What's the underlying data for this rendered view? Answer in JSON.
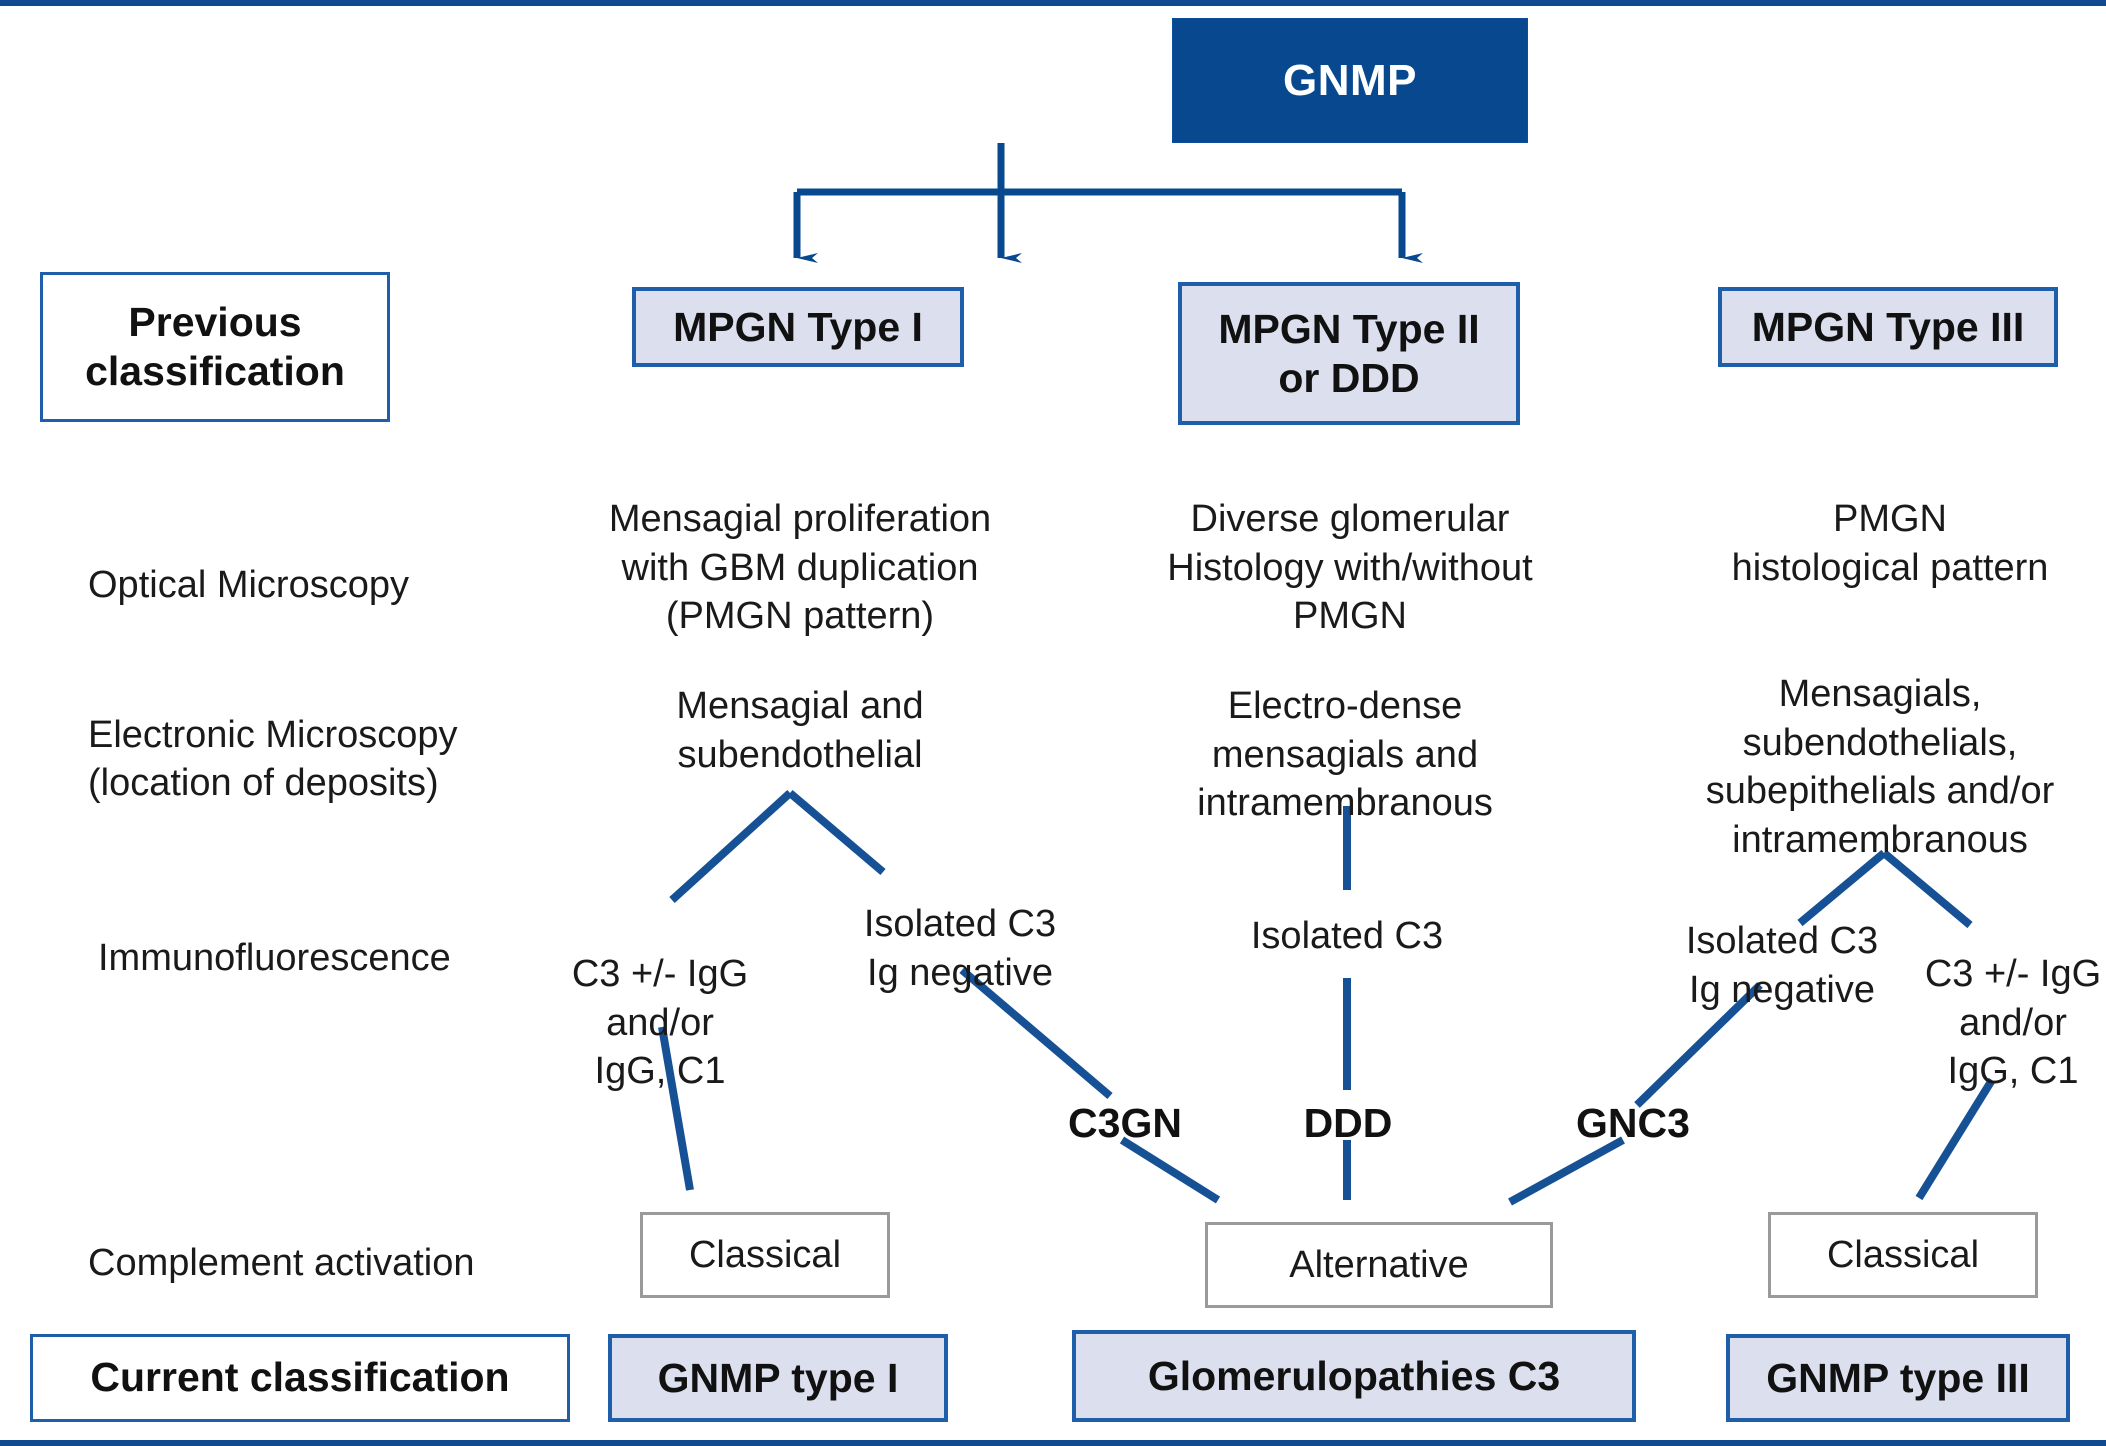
{
  "figure": {
    "root_label": "GNMP",
    "accent_blue": "#08488f",
    "light_blue_fill": "#dcdfee",
    "border_blue": "#1f5fa9",
    "rule_color": "#124a8f",
    "gray_border": "#9a9a9a"
  },
  "row_labels": {
    "previous_classification": "Previous\nclassification",
    "optical_microscopy": "Optical Microscopy",
    "electronic_microscopy": "Electronic Microscopy\n(location of deposits)",
    "immunofluorescence": "Immunofluorescence",
    "complement_activation": "Complement activation",
    "current_classification": "Current classification"
  },
  "columns": [
    {
      "key": "type1",
      "previous": "MPGN Type I",
      "optical": "Mensagial proliferation\nwith GBM duplication\n(PMGN pattern)",
      "electronic": "Mensagial and\nsubendothelial",
      "current": "GNMP type I"
    },
    {
      "key": "type2",
      "previous": "MPGN Type II\nor DDD",
      "optical": "Diverse glomerular\nHistology with/without\nPMGN",
      "electronic": "Electro-dense\nmensagials and\nintramembranous",
      "current": "Glomerulopathies C3"
    },
    {
      "key": "type3",
      "previous": "MPGN Type III",
      "optical": "PMGN\nhistological pattern",
      "electronic": "Mensagials,\nsubendothelials,\nsubepithelials and/or\nintramembranous",
      "current": "GNMP type III"
    }
  ],
  "immunofluorescence_items": [
    {
      "key": "if-1-classical",
      "text": "C3 +/- IgG\nand/or\nIgG, C1"
    },
    {
      "key": "if-1-isolated",
      "text": "Isolated C3\nIg negative"
    },
    {
      "key": "if-2-isolated",
      "text": "Isolated C3"
    },
    {
      "key": "if-3-isolated",
      "text": "Isolated C3\nIg negative"
    },
    {
      "key": "if-3-classical",
      "text": "C3 +/- IgG\nand/or\nIgG, C1"
    }
  ],
  "entity_tags": [
    {
      "key": "c3gn",
      "label": "C3GN"
    },
    {
      "key": "ddd",
      "label": "DDD"
    },
    {
      "key": "gnc3",
      "label": "GNC3"
    }
  ],
  "complement_boxes": [
    {
      "key": "classical-left",
      "label": "Classical"
    },
    {
      "key": "alternative",
      "label": "Alternative"
    },
    {
      "key": "classical-right",
      "label": "Classical"
    }
  ]
}
